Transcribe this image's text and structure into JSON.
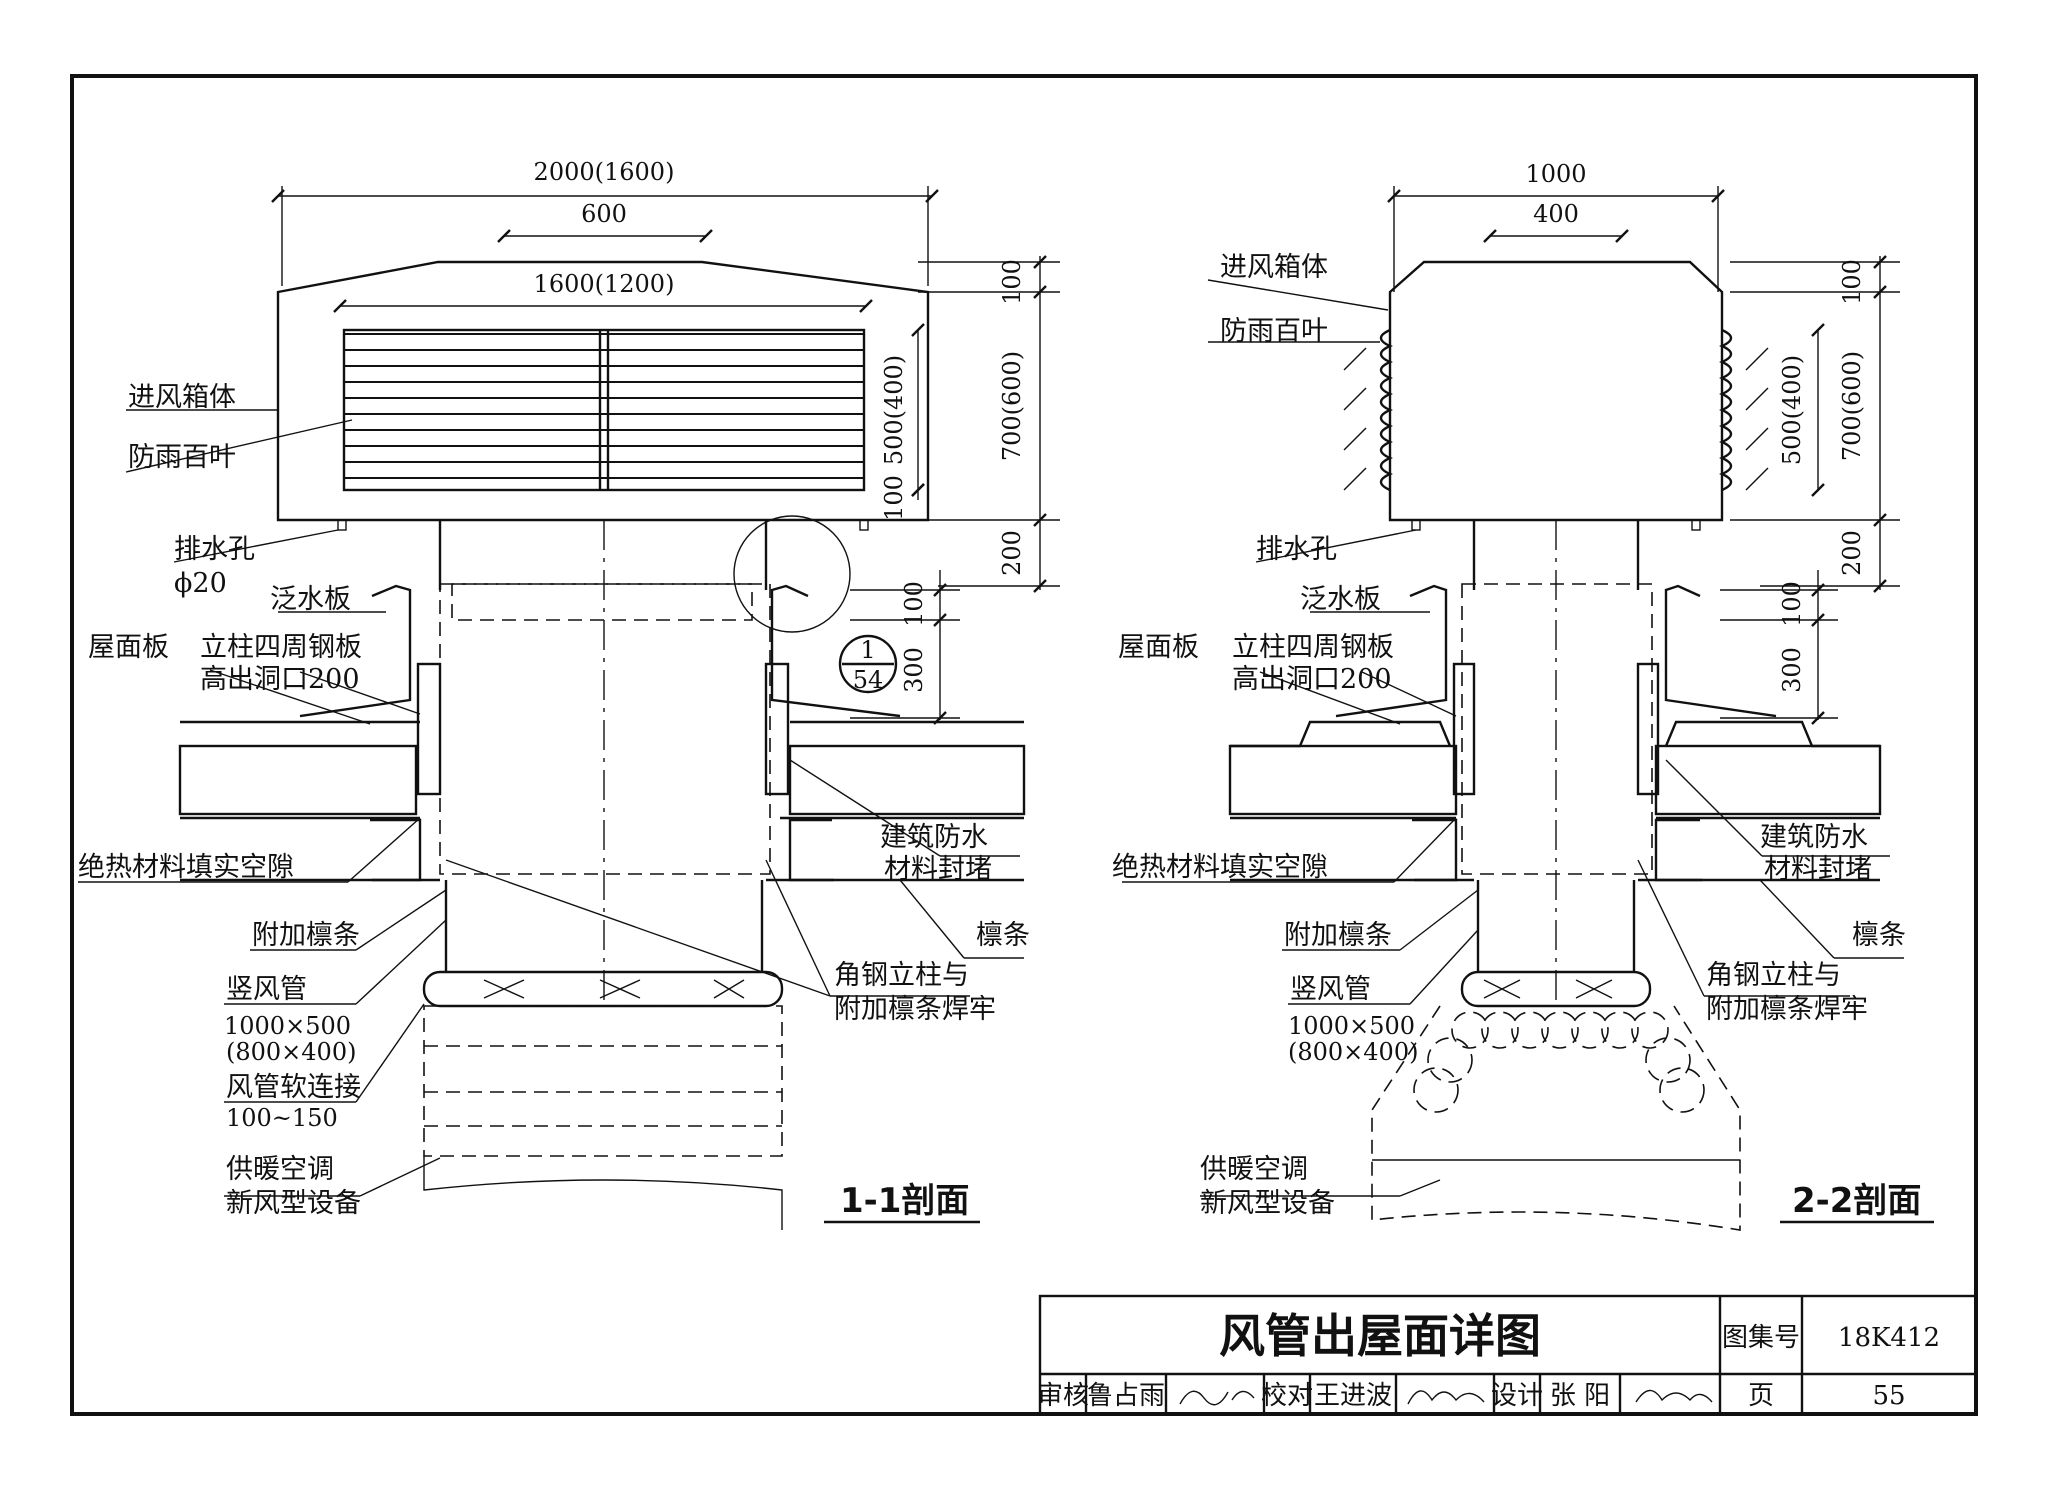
{
  "drawing_title": "风管出屋面详图",
  "atlas_label": "图集号",
  "atlas_no": "18K412",
  "page_label": "页",
  "page_no": "55",
  "signoff": {
    "review_label": "审核",
    "review_name": "鲁占雨",
    "check_label": "校对",
    "check_name": "王进波",
    "design_label": "设计",
    "design_name": "张 阳"
  },
  "section1": {
    "title": "1-1剖面",
    "dims": {
      "overall_width": "2000(1600)",
      "center_width": "600",
      "louver_width": "1600(1200)",
      "top": "100",
      "louver_height": "500(400)",
      "bottom": "100",
      "box_height": "700(600)",
      "gap": "200",
      "flash": "100",
      "curb": "300"
    },
    "labels": {
      "intake_box": "进风箱体",
      "rain_louver": "防雨百叶",
      "drain_hole": "排水孔",
      "drain_dia": "ϕ20",
      "flashing": "泛水板",
      "roof_panel": "屋面板",
      "column_plate_1": "立柱四周钢板",
      "column_plate_2": "高出洞口200",
      "insulation": "绝热材料填实空隙",
      "extra_purlin": "附加檩条",
      "vertical_duct": "竖风管",
      "duct_size_1": "1000×500",
      "duct_size_2": "(800×400)",
      "flex_joint": "风管软连接",
      "flex_len": "100~150",
      "equipment_1": "供暖空调",
      "equipment_2": "新风型设备",
      "waterproof_1": "建筑防水",
      "waterproof_2": "材料封堵",
      "purlin": "檩条",
      "angle_col_1": "角钢立柱与",
      "angle_col_2": "附加檩条焊牢",
      "detail_num": "1",
      "detail_page": "54"
    }
  },
  "section2": {
    "title": "2-2剖面",
    "dims": {
      "overall_width": "1000",
      "center_width": "400",
      "top": "100",
      "louver_height": "500(400)",
      "box_height": "700(600)",
      "gap": "200",
      "flash": "100",
      "curb": "300"
    },
    "labels": {
      "intake_box": "进风箱体",
      "rain_louver": "防雨百叶",
      "drain_hole": "排水孔",
      "flashing": "泛水板",
      "roof_panel": "屋面板",
      "column_plate_1": "立柱四周钢板",
      "column_plate_2": "高出洞口200",
      "insulation": "绝热材料填实空隙",
      "extra_purlin": "附加檩条",
      "vertical_duct": "竖风管",
      "duct_size_1": "1000×500",
      "duct_size_2": "(800×400)",
      "equipment_1": "供暖空调",
      "equipment_2": "新风型设备",
      "waterproof_1": "建筑防水",
      "waterproof_2": "材料封堵",
      "purlin": "檩条",
      "angle_col_1": "角钢立柱与",
      "angle_col_2": "附加檩条焊牢"
    }
  }
}
